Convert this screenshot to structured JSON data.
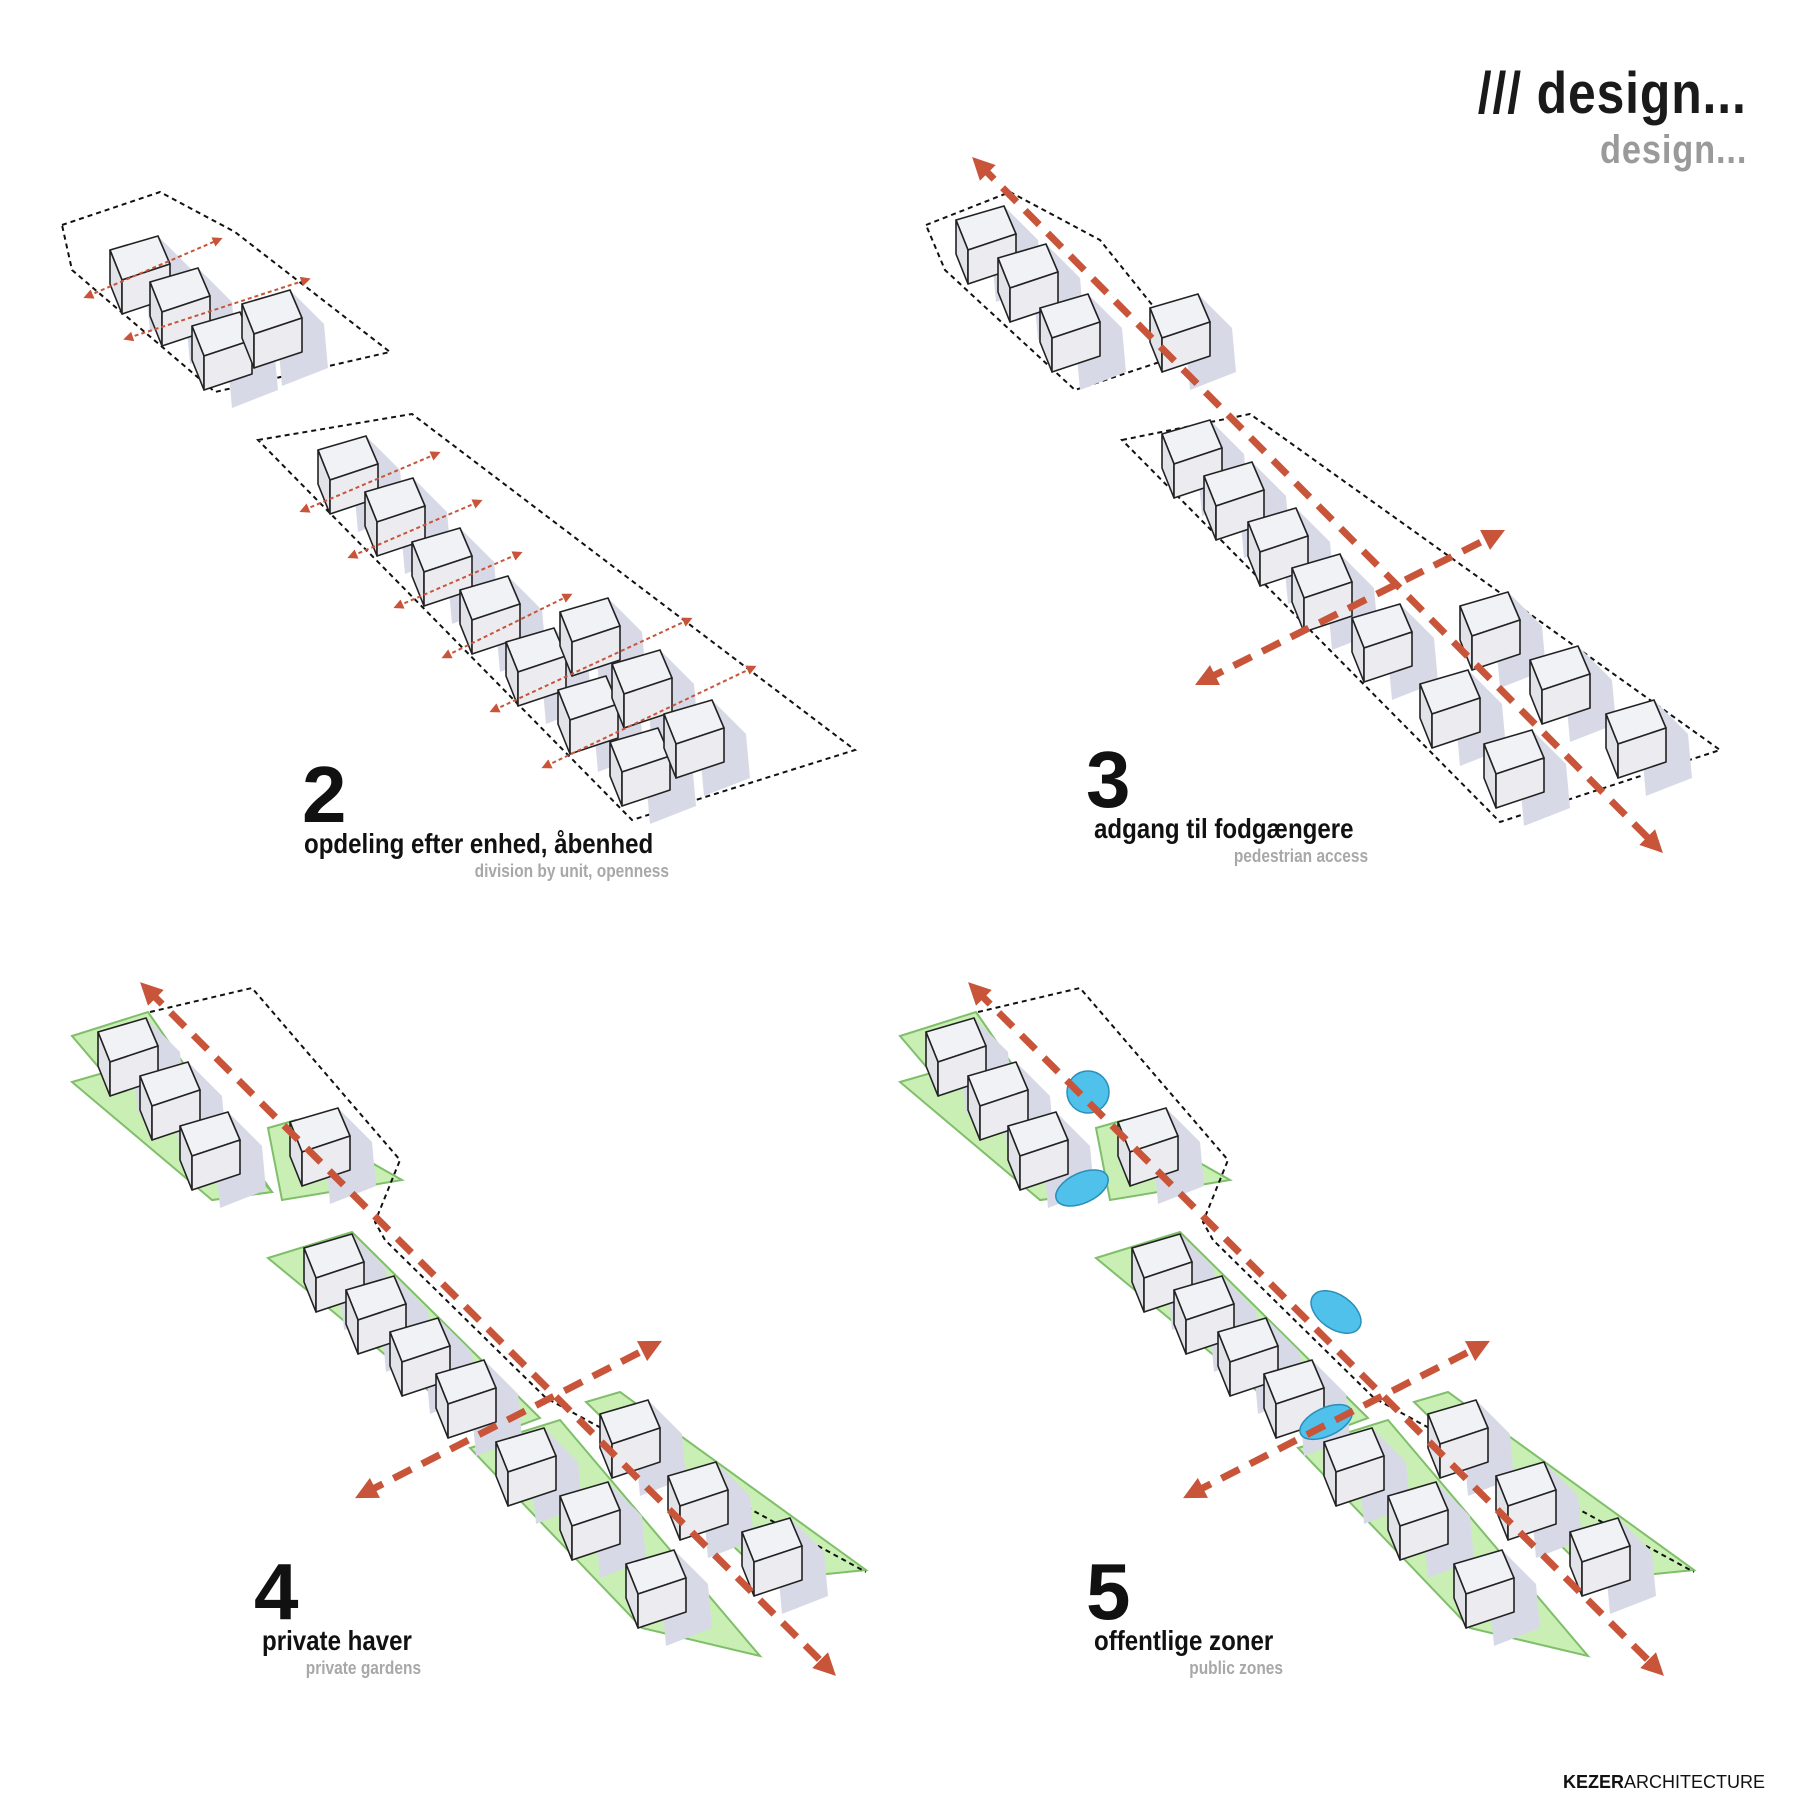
{
  "header": {
    "title": "/// design...",
    "subtitle": "design..."
  },
  "panels": [
    {
      "number": "2",
      "title": "opdeling efter enhed, åbenhed",
      "subtitle": "division by unit, openness"
    },
    {
      "number": "3",
      "title": "adgang til fodgængere",
      "subtitle": "pedestrian access"
    },
    {
      "number": "4",
      "title": "private haver",
      "subtitle": "private gardens"
    },
    {
      "number": "5",
      "title": "offentlige zoner",
      "subtitle": "public zones"
    }
  ],
  "footer": {
    "brand_bold": "KEZER",
    "brand_light": "ARCHITECTURE"
  },
  "colors": {
    "arrow": "#c8553a",
    "garden": "#c9efb5",
    "zone": "#4fc1ea",
    "box_top": "#f1f2f6",
    "box_side": "#e2e3e8"
  }
}
